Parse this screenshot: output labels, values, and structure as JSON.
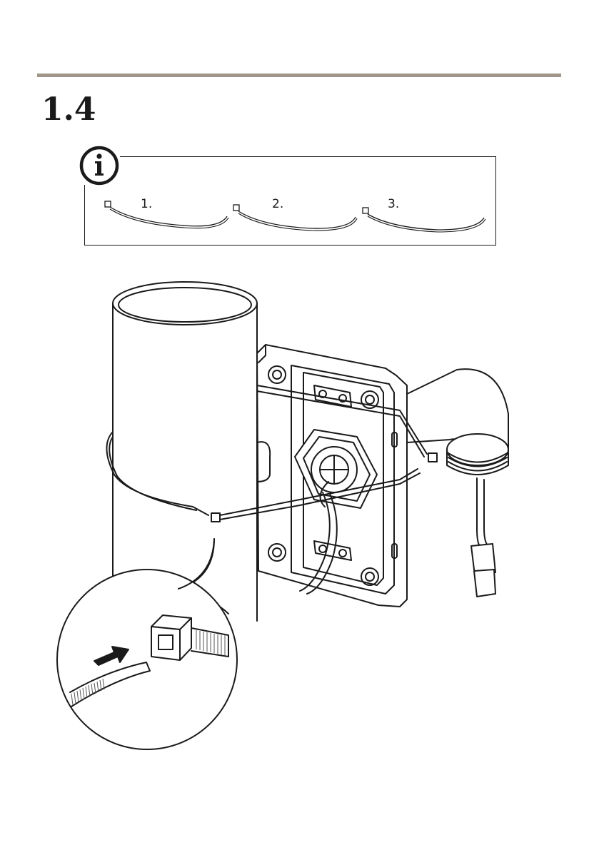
{
  "section": {
    "number": "1.4"
  },
  "info_box": {
    "icon": "info-icon",
    "steps": [
      {
        "label": "1."
      },
      {
        "label": "2."
      },
      {
        "label": "3."
      }
    ]
  },
  "illustration": {
    "subject": "cable-ties-around-pole-mount",
    "callout": "detail-cut-excess-tie"
  },
  "colors": {
    "rule": "#a1958a",
    "ink": "#1a1a1a",
    "gray": "#cfcfcf"
  }
}
